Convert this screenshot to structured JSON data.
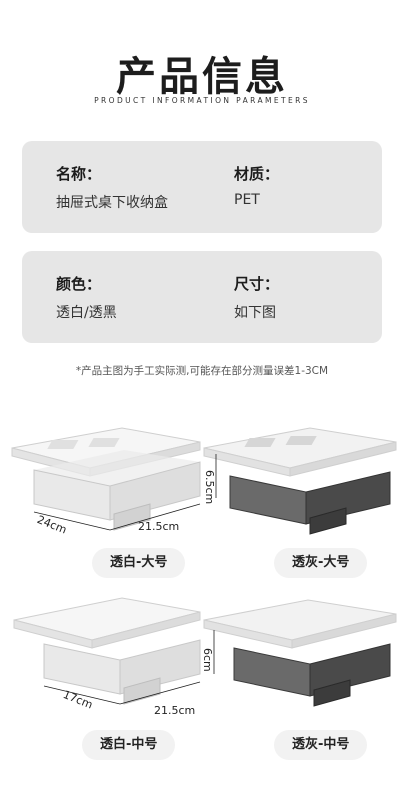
{
  "header": {
    "title": "产品信息",
    "subtitle": "PRODUCT INFORMATION PARAMETERS"
  },
  "info": {
    "name_key": "名称：",
    "name_value": "抽屉式桌下收纳盒",
    "material_key": "材质：",
    "material_value": "PET",
    "color_key": "颜色：",
    "color_value": "透白/透黑",
    "size_key": "尺寸：",
    "size_value": "如下图"
  },
  "note": "*产品主图为手工实际测,可能存在部分测量误差1-3CM",
  "products": [
    {
      "label": "透白-大号",
      "depth": "24cm",
      "width": "21.5cm",
      "height": "",
      "color": "#f4f4f4"
    },
    {
      "label": "透灰-大号",
      "depth": "",
      "width": "",
      "height": "6.5cm",
      "color": "#4a4a4a"
    },
    {
      "label": "透白-中号",
      "depth": "17cm",
      "width": "21.5cm",
      "height": "",
      "color": "#f4f4f4"
    },
    {
      "label": "透灰-中号",
      "depth": "",
      "width": "",
      "height": "6cm",
      "color": "#4a4a4a"
    }
  ]
}
